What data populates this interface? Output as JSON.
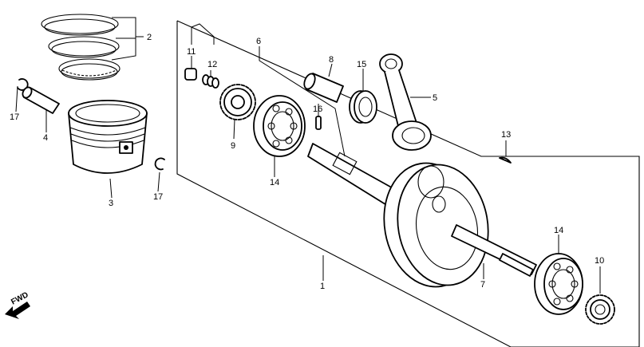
{
  "diagram": {
    "callouts": [
      {
        "id": "rings",
        "label": "2"
      },
      {
        "id": "piston-pin",
        "label": "4"
      },
      {
        "id": "piston",
        "label": "3"
      },
      {
        "id": "clip-left",
        "label": "17"
      },
      {
        "id": "clip-right",
        "label": "17"
      },
      {
        "id": "cam-chain-guide-pin",
        "label": "11"
      },
      {
        "id": "spring",
        "label": "12"
      },
      {
        "id": "sprocket",
        "label": "9"
      },
      {
        "id": "bearing-left",
        "label": "14"
      },
      {
        "id": "leader-6",
        "label": "6"
      },
      {
        "id": "pin-8",
        "label": "8"
      },
      {
        "id": "bearing-15",
        "label": "15"
      },
      {
        "id": "key-16",
        "label": "16"
      },
      {
        "id": "con-rod",
        "label": "5"
      },
      {
        "id": "woodruff-13",
        "label": "13"
      },
      {
        "id": "crankshaft",
        "label": "1"
      },
      {
        "id": "right-crank",
        "label": "7"
      },
      {
        "id": "bearing-right",
        "label": "14"
      },
      {
        "id": "gear-10",
        "label": "10"
      }
    ],
    "direction_label": "FWD"
  }
}
